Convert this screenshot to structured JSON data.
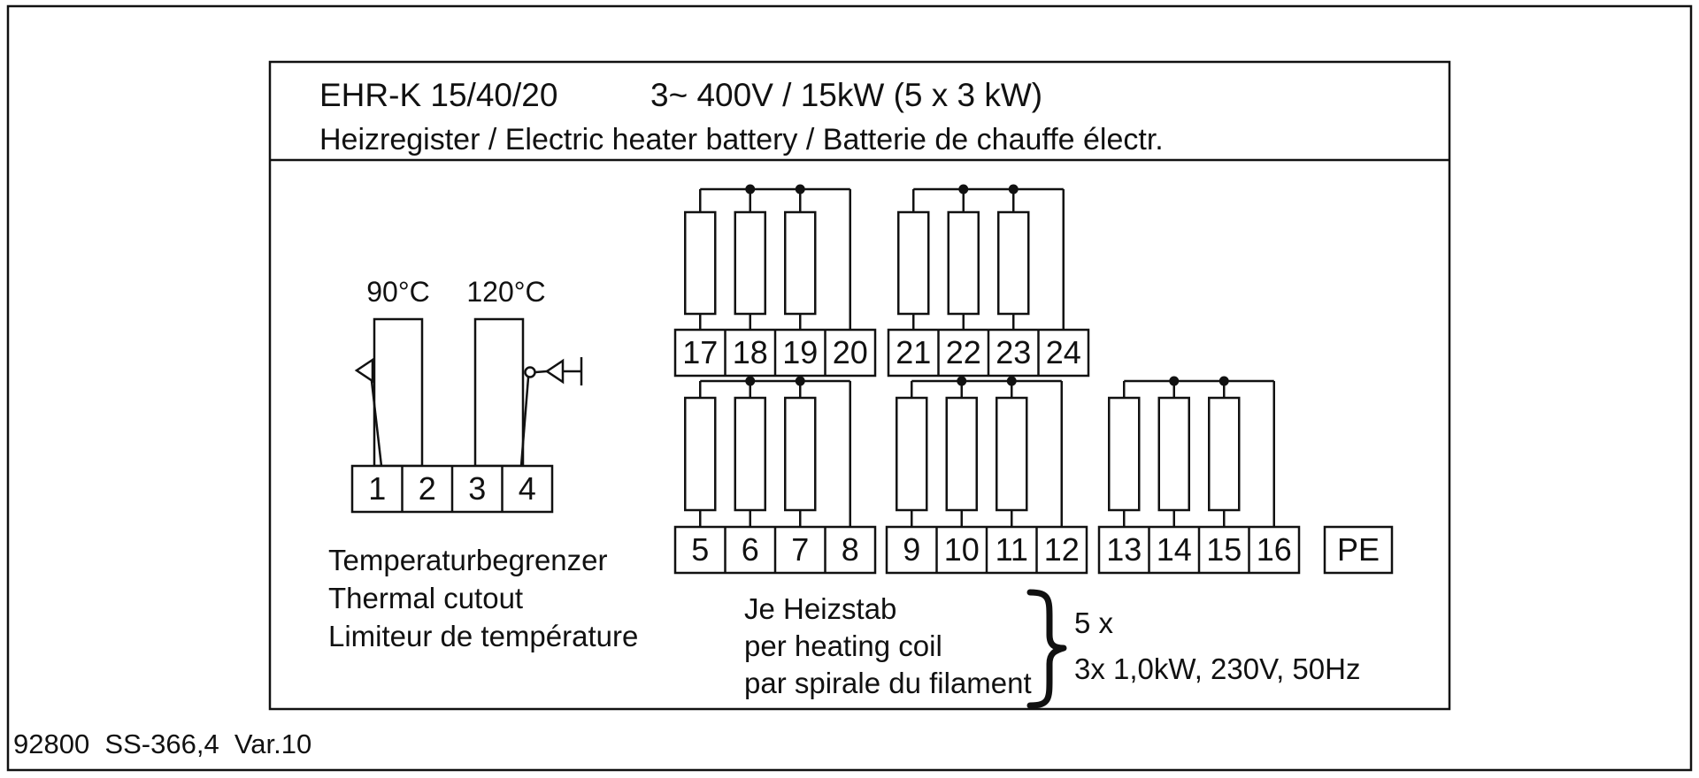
{
  "header": {
    "model": "EHR-K 15/40/20",
    "rating": "3~ 400V / 15kW (5 x 3 kW)",
    "subtitle": "Heizregister / Electric heater battery / Batterie de chauffe électr."
  },
  "thermal_cutout": {
    "temperature_left": "90°C",
    "temperature_right": "120°C",
    "terminals": [
      "1",
      "2",
      "3",
      "4"
    ],
    "caption_de": "Temperaturbegrenzer",
    "caption_en": "Thermal cutout",
    "caption_fr": "Limiteur de température"
  },
  "heater_groups": [
    {
      "terminals": [
        "17",
        "18",
        "19",
        "20"
      ]
    },
    {
      "terminals": [
        "21",
        "22",
        "23",
        "24"
      ]
    },
    {
      "terminals": [
        "5",
        "6",
        "7",
        "8"
      ]
    },
    {
      "terminals": [
        "9",
        "10",
        "11",
        "12"
      ]
    },
    {
      "terminals": [
        "13",
        "14",
        "15",
        "16"
      ]
    }
  ],
  "pe_terminal_label": "PE",
  "coil_note": {
    "line_de": "Je Heizstab",
    "line_en": "per heating coil",
    "line_fr": "par spirale du filament",
    "spec_count": "5 x",
    "spec_rating": "3x 1,0kW, 230V, 50Hz"
  },
  "footer": "92800  SS-366,4  Var.10",
  "colors": {
    "ink": "#111111",
    "background": "#ffffff"
  }
}
